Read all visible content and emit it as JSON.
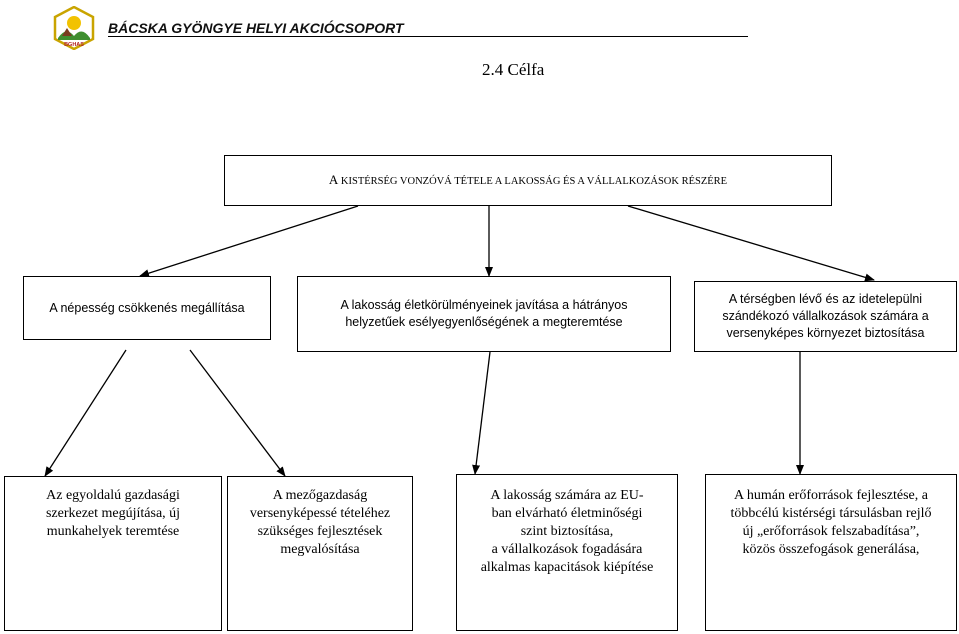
{
  "header": {
    "org_name": "BÁCSKA GYÖNGYE HELYI AKCIÓCSOPORT",
    "logo_text": "BGHAS"
  },
  "page_title": "2.4 Célfa",
  "tree": {
    "root": {
      "initial": "A",
      "rest": " KISTÉRSÉG VONZÓVÁ TÉTELE A LAKOSSÁG ÉS A VÁLLALKOZÁSOK RÉSZÉRE"
    },
    "level2": [
      {
        "lines": [
          "A népesség csökkenés megállítása"
        ]
      },
      {
        "lines": [
          "A lakosság életkörülményeinek javítása a hátrányos",
          "helyzetűek esélyegyenlőségének a megteremtése"
        ]
      },
      {
        "lines": [
          "A térségben lévő és az idetelepülni",
          "szándékozó vállalkozások számára a",
          "versenyképes környezet biztosítása"
        ]
      }
    ],
    "level3": [
      {
        "lines": [
          "Az egyoldalú gazdasági",
          "szerkezet megújítása, új",
          "munkahelyek teremtése"
        ]
      },
      {
        "lines": [
          "A mezőgazdaság",
          "versenyképessé tételéhez",
          "szükséges fejlesztések",
          "megvalósítása"
        ]
      },
      {
        "lines": [
          "A lakosság számára az EU-",
          "ban elvárható életminőségi",
          "szint biztosítása,",
          "a vállalkozások fogadására",
          "alkalmas kapacitások kiépítése"
        ]
      },
      {
        "lines": [
          "A humán erőforrások fejlesztése, a",
          "többcélú kistérségi társulásban rejlő",
          "új „erőforrások felszabadítása”,",
          "közös összefogások generálása,"
        ]
      }
    ]
  }
}
